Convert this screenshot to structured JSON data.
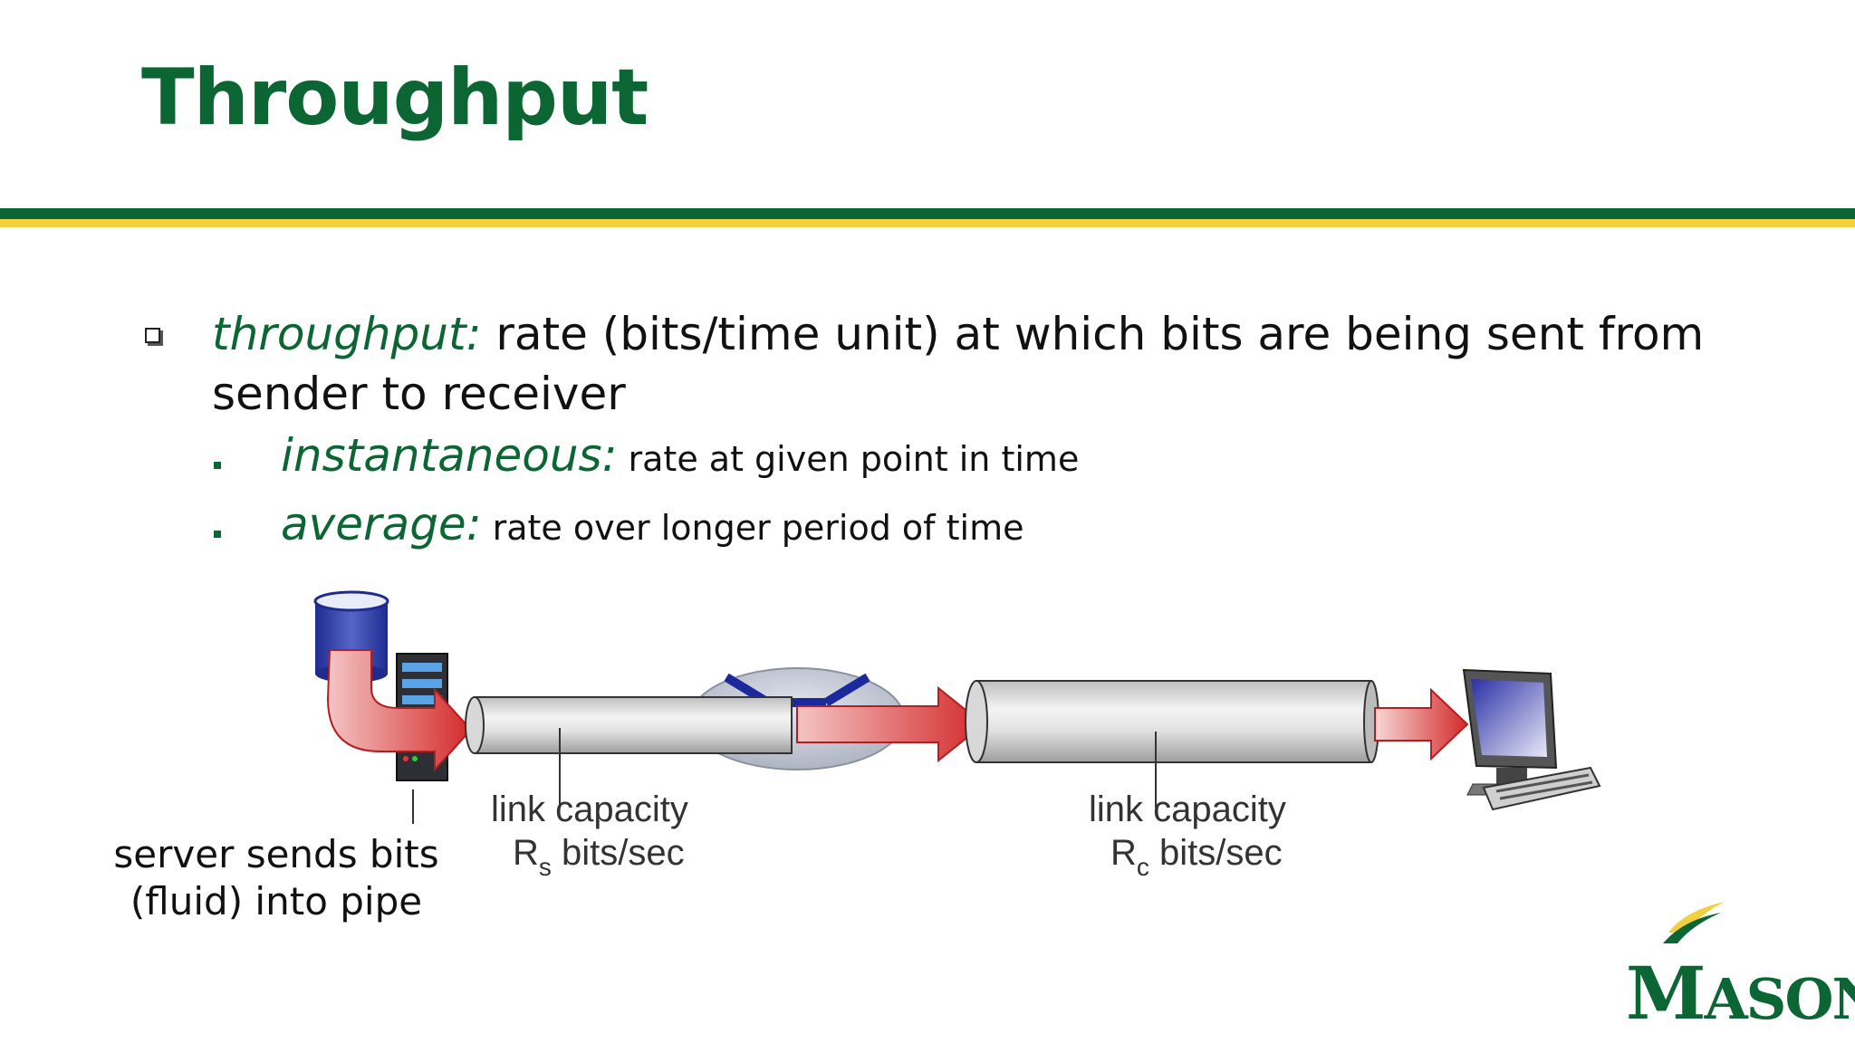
{
  "slide": {
    "title": "Throughput",
    "bullet": {
      "term": "throughput:",
      "text": " rate (bits/time unit) at which bits are being sent from sender to receiver"
    },
    "sub_bullets": [
      {
        "term": "instantaneous:",
        "text": " rate at given point in time"
      },
      {
        "term": "average:",
        "text": " rate over longer period of time"
      }
    ]
  },
  "diagram": {
    "link1": {
      "line1": "link capacity",
      "rate_symbol": "R",
      "rate_sub": "s",
      "unit": " bits/sec"
    },
    "link2": {
      "line1": "link capacity",
      "rate_symbol": "R",
      "rate_sub": "c",
      "unit": " bits/sec"
    },
    "caption_line1": "server sends bits",
    "caption_line2": "(fluid) into pipe"
  },
  "logo": {
    "first_letter": "M",
    "rest": "ASON"
  },
  "colors": {
    "brand_green": "#0b6633",
    "brand_gold": "#f2cf3c",
    "arrow_red": "#d42a2a"
  }
}
